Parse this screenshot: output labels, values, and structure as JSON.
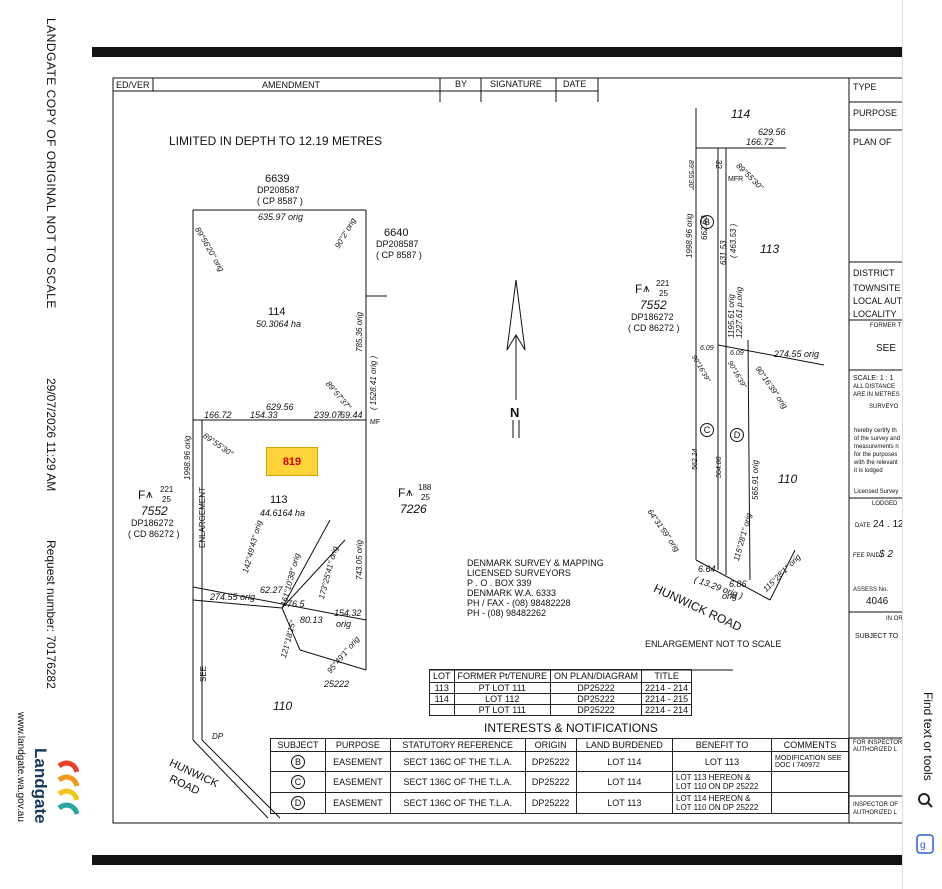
{
  "watermark": {
    "copy_text": "LANDGATE COPY OF ORIGINAL NOT TO SCALE",
    "timestamp": "29/07/2026 11:29 AM",
    "request": "Request number: 70176282",
    "brand": "Landgate",
    "url": "www.landgate.wa.gov.au"
  },
  "tools": {
    "label": "Find text or tools"
  },
  "header_row": {
    "ed_ver": "ED/VER",
    "amendment": "AMENDMENT",
    "by": "BY",
    "signature": "SIGNATURE",
    "date": "DATE"
  },
  "title_block": {
    "type": "TYPE",
    "purpose": "PURPOSE",
    "plan_of": "PLAN OF",
    "district": "DISTRICT",
    "townsite": "TOWNSITE",
    "local_auth": "LOCAL AUT",
    "locality": "LOCALITY",
    "former": "FORMER T",
    "see": "SEE",
    "scale": "SCALE:  1 : 1",
    "distances": "ALL DISTANCE",
    "metres": "ARE IN METRES",
    "surveyor": "SURVEYO",
    "cert_lines": [
      "hereby certify th",
      "of the survey and",
      "measurements n",
      "for the purposes",
      "with the relevant",
      "it is lodged"
    ],
    "licensed": "Licensed Survey",
    "lodged": "LODGED",
    "date_lbl": "DATE",
    "date_val": "24 . 12",
    "fee_lbl": "FEE PAID",
    "fee_val": "$ 2",
    "assess_lbl": "ASSESS No.",
    "assess_val": "4046",
    "in_lbl": "IN OR",
    "subject_to": "SUBJECT TO",
    "for_inspector": "FOR INSPECTOR",
    "authorized": "AUTHORIZED L",
    "inspector_of": "INSPECTOR OF",
    "authorized2": "AUTHORIZED L"
  },
  "drawing": {
    "limited": "LIMITED IN DEPTH TO 12.19 METRES",
    "lot6639": "6639",
    "dp208587": "DP208587",
    "cp8587": "( CP 8587 )",
    "lot6640": "6640",
    "dp208587b": "DP208587",
    "cp8587b": "( CP 8587 )",
    "d63597": "635.97 orig",
    "b1": "89°56'20\" orig",
    "b2": "90°2' orig",
    "lot114": "114",
    "area114": "50.3064 ha",
    "d78536": "785.36 orig",
    "d152841": "( 1528.41 orig )",
    "b3": "89°57'37\"",
    "d62956": "629.56",
    "d16672": "166.72",
    "d15433": "154.33",
    "d23907": "239.07",
    "d6944": "69.44",
    "mf": "MF",
    "b4": "89°55'30\"",
    "lot_tag": "819",
    "d199896": "1998.96 orig",
    "lot113": "113",
    "area113": "44.6164 ha",
    "enlargement": "ENLARGEMENT",
    "f1": "F",
    "f1sup": "221",
    "f1sub": "25",
    "lot7552": "7552",
    "dp186272": "DP186272",
    "cd86272": "( CD 86272 )",
    "f2sup": "188",
    "f2sub": "25",
    "lot7226": "7226",
    "d74305": "743.05 orig",
    "b5": "142°49'43\" orig",
    "d6227": "62.27",
    "d27455": "274.55 orig",
    "b6": "161°10'38\" orig",
    "b7": "173°25'41\" orig",
    "d765": "76.5",
    "d8013": "80.13",
    "orig": "orig",
    "d15432": "154.32",
    "b8": "121°18'15\"",
    "b9": "95°49'1\" orig",
    "d25222": "25222",
    "see": "SEE",
    "lot110": "110",
    "dp": "DP",
    "hunwick": "HUNWICK",
    "road": "ROAD",
    "north": "N",
    "surveyor_lines": [
      "DENMARK SURVEY & MAPPING",
      "LICENSED SURVEYORS",
      "P . O . BOX 339",
      "DENMARK W.A. 6333",
      "PH / FAX - (08) 98482228",
      "PH - (08) 98482262"
    ],
    "r114": "114",
    "r62956": "629.56",
    "r16672": "166.72",
    "rb1": "89°55'30\"",
    "r32": "32",
    "rmfr": "MFR",
    "rb2": "89°55'30\"",
    "r199896": "1998.96 orig",
    "r66263": "662.63",
    "r63153": "631.53",
    "r46353": "( 463.53 )",
    "r119561": "1195.61 orig",
    "r122761": "1227.61 p.orig",
    "r113": "113",
    "r609": "6.09",
    "r609b": "6.09",
    "r27455": "274.55 orig",
    "rb3": "90°16'39\"",
    "rb4": "90°16'39\"",
    "rb5": "90°16'39\" orig",
    "r56224": "562.24",
    "r56408": "564.08",
    "r56591": "565.91 orig",
    "r110": "110",
    "rb6": "64°31'59\" orig",
    "rb7": "115°28'1\" orig",
    "rb8": "115°28'1\" orig",
    "r664": "6.64",
    "r686": "6.86",
    "r1329": "( 13.29 orig )",
    "rorig": "orig",
    "rhunwick": "HUNWICK ROAD",
    "not_scale": "ENLARGEMENT NOT TO SCALE",
    "interests": "INTERESTS & NOTIFICATIONS"
  },
  "lot_table": {
    "headers": [
      "LOT",
      "FORMER Pt/TENURE",
      "ON PLAN/DIAGRAM",
      "TITLE"
    ],
    "rows": [
      [
        "113",
        "PT LOT 111",
        "DP25222",
        "2214 - 214"
      ],
      [
        "114",
        "LOT 112",
        "DP25222",
        "2214 - 215"
      ],
      [
        "",
        "PT LOT 111",
        "DP25222",
        "2214 - 214"
      ]
    ]
  },
  "notif_table": {
    "headers": [
      "SUBJECT",
      "PURPOSE",
      "STATUTORY REFERENCE",
      "ORIGIN",
      "LAND BURDENED",
      "BENEFIT TO",
      "COMMENTS"
    ],
    "rows": [
      [
        "B",
        "EASEMENT",
        "SECT 136C OF THE T.L.A.",
        "DP25222",
        "LOT 114",
        "LOT 113",
        "MODIFICATION SEE DOC I 740972"
      ],
      [
        "C",
        "EASEMENT",
        "SECT 136C OF THE T.L.A.",
        "DP25222",
        "LOT 114",
        "LOT 113 HEREON & LOT 110  ON DP 25222",
        ""
      ],
      [
        "D",
        "EASEMENT",
        "SECT 136C OF THE T.L.A.",
        "DP25222",
        "LOT 113",
        "LOT 114 HEREON & LOT 110 ON  DP 25222",
        ""
      ]
    ]
  }
}
